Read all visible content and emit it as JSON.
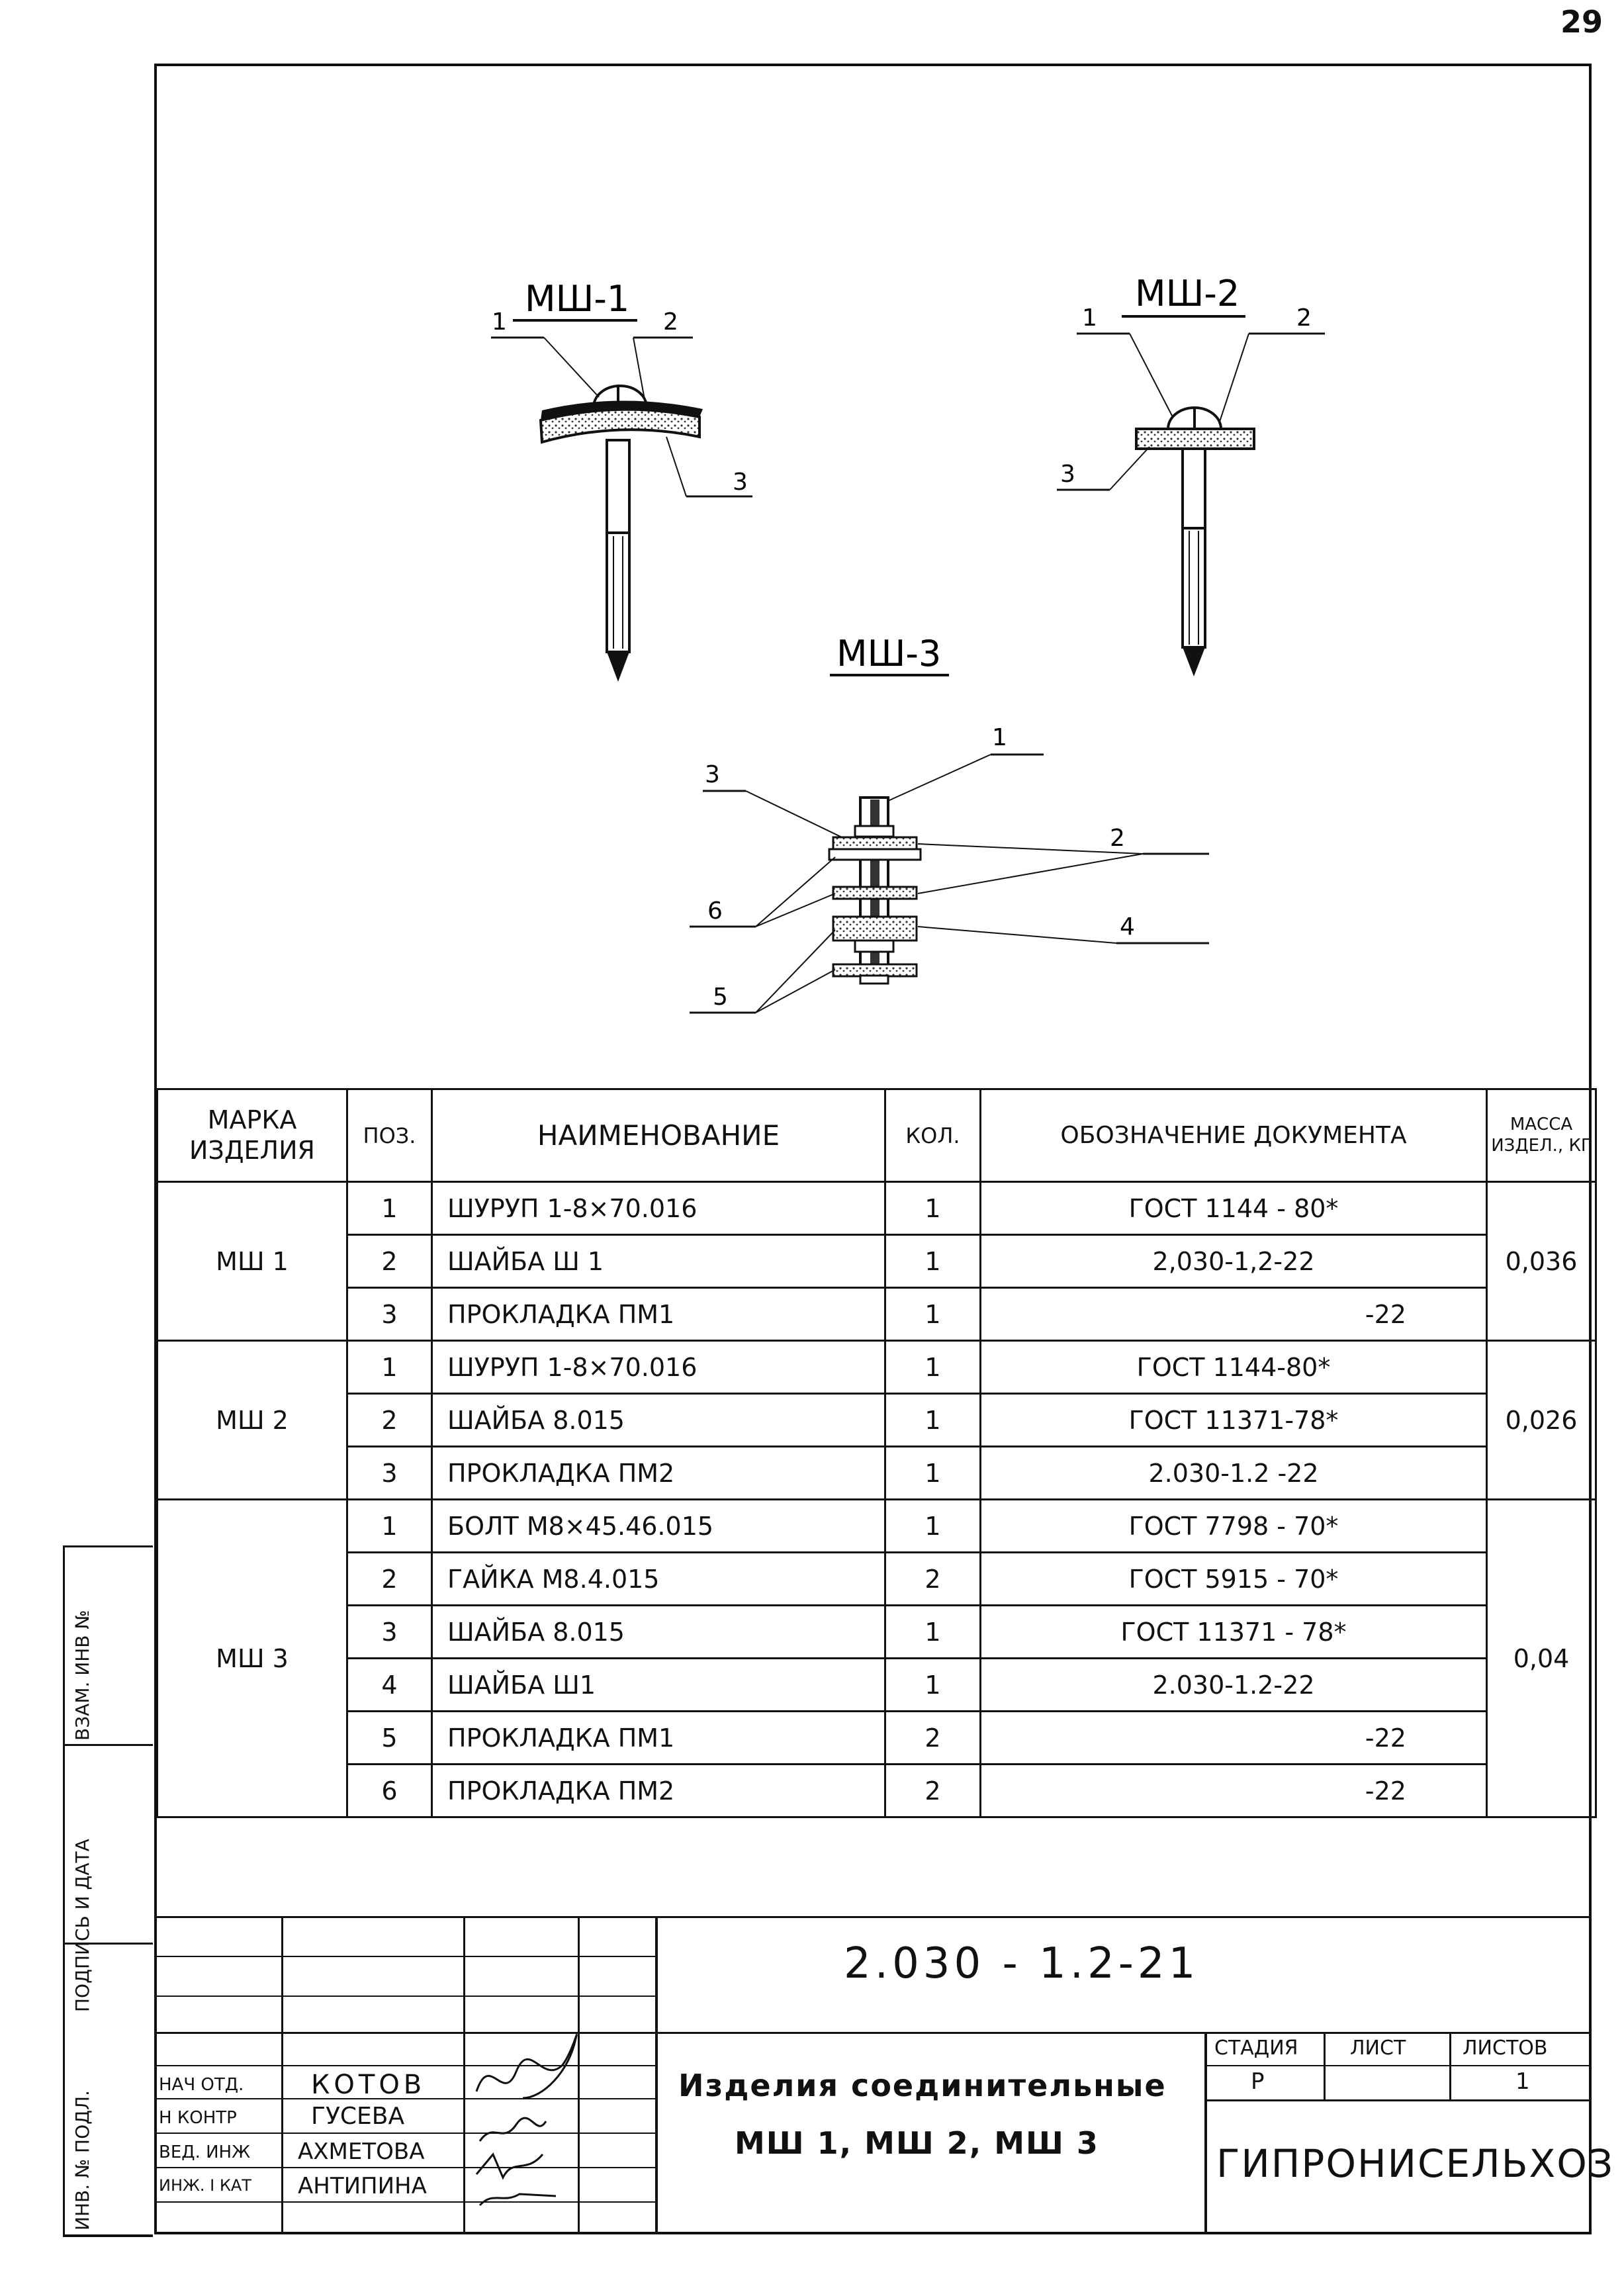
{
  "page_number": "29",
  "drawing": {
    "ms1": {
      "title": "МШ-1",
      "callouts": [
        "1",
        "2",
        "3"
      ]
    },
    "ms2": {
      "title": "МШ-2",
      "callouts": [
        "1",
        "2",
        "3"
      ]
    },
    "ms3": {
      "title": "МШ-3",
      "callouts": [
        "1",
        "2",
        "3",
        "4",
        "5",
        "6"
      ]
    }
  },
  "table": {
    "headers": {
      "mark": "МАРКА ИЗДЕЛИЯ",
      "pos": "ПОЗ.",
      "name": "НАИМЕНОВАНИЕ",
      "qty": "КОЛ.",
      "doc": "ОБОЗНАЧЕНИЕ ДОКУМЕНТА",
      "mass": "МАССА ИЗДЕЛ., КГ"
    },
    "groups": [
      {
        "mark": "МШ 1",
        "mass": "0,036",
        "rows": [
          {
            "pos": "1",
            "name": "ШУРУП 1-8×70.016",
            "qty": "1",
            "doc": "ГОСТ 1144 - 80*"
          },
          {
            "pos": "2",
            "name": "ШАЙБА Ш 1",
            "qty": "1",
            "doc": "2,030-1,2-22"
          },
          {
            "pos": "3",
            "name": "ПРОКЛАДКА ПМ1",
            "qty": "1",
            "doc": "-22"
          }
        ]
      },
      {
        "mark": "МШ 2",
        "mass": "0,026",
        "rows": [
          {
            "pos": "1",
            "name": "ШУРУП 1-8×70.016",
            "qty": "1",
            "doc": "ГОСТ 1144-80*"
          },
          {
            "pos": "2",
            "name": "ШАЙБА 8.015",
            "qty": "1",
            "doc": "ГОСТ 11371-78*"
          },
          {
            "pos": "3",
            "name": "ПРОКЛАДКА ПМ2",
            "qty": "1",
            "doc": "2.030-1.2 -22"
          }
        ]
      },
      {
        "mark": "МШ 3",
        "mass": "0,04",
        "rows": [
          {
            "pos": "1",
            "name": "БОЛТ М8×45.46.015",
            "qty": "1",
            "doc": "ГОСТ 7798 - 70*"
          },
          {
            "pos": "2",
            "name": "ГАЙКА М8.4.015",
            "qty": "2",
            "doc": "ГОСТ 5915 - 70*"
          },
          {
            "pos": "3",
            "name": "ШАЙБА 8.015",
            "qty": "1",
            "doc": "ГОСТ 11371 - 78*"
          },
          {
            "pos": "4",
            "name": "ШАЙБА Ш1",
            "qty": "1",
            "doc": "2.030-1.2-22"
          },
          {
            "pos": "5",
            "name": "ПРОКЛАДКА ПМ1",
            "qty": "2",
            "doc": "-22"
          },
          {
            "pos": "6",
            "name": "ПРОКЛАДКА ПМ2",
            "qty": "2",
            "doc": "-22"
          }
        ]
      }
    ]
  },
  "side_labels": [
    "ИНВ. № ПОДЛ.",
    "ПОДПИСЬ И ДАТА",
    "ВЗАМ. ИНВ №"
  ],
  "title_block": {
    "designation": "2.030 - 1.2-21",
    "product_line1": "Изделия соединительные",
    "product_line2": "МШ 1, МШ 2, МШ 3",
    "stage_label": "СТАДИЯ",
    "sheet_label": "ЛИСТ",
    "sheets_label": "ЛИСТОВ",
    "stage": "Р",
    "sheet": "",
    "sheets": "1",
    "organization": "ГИПРОНИСЕЛЬХОЗ",
    "signers": [
      {
        "role": "НАЧ ОТД.",
        "name": "КОТОВ"
      },
      {
        "role": "Н КОНТР",
        "name": "ГУСЕВА"
      },
      {
        "role": "ВЕД. ИНЖ",
        "name": "АХМЕТОВА"
      },
      {
        "role": "ИНЖ. I КАТ",
        "name": "АНТИПИНА"
      }
    ]
  }
}
